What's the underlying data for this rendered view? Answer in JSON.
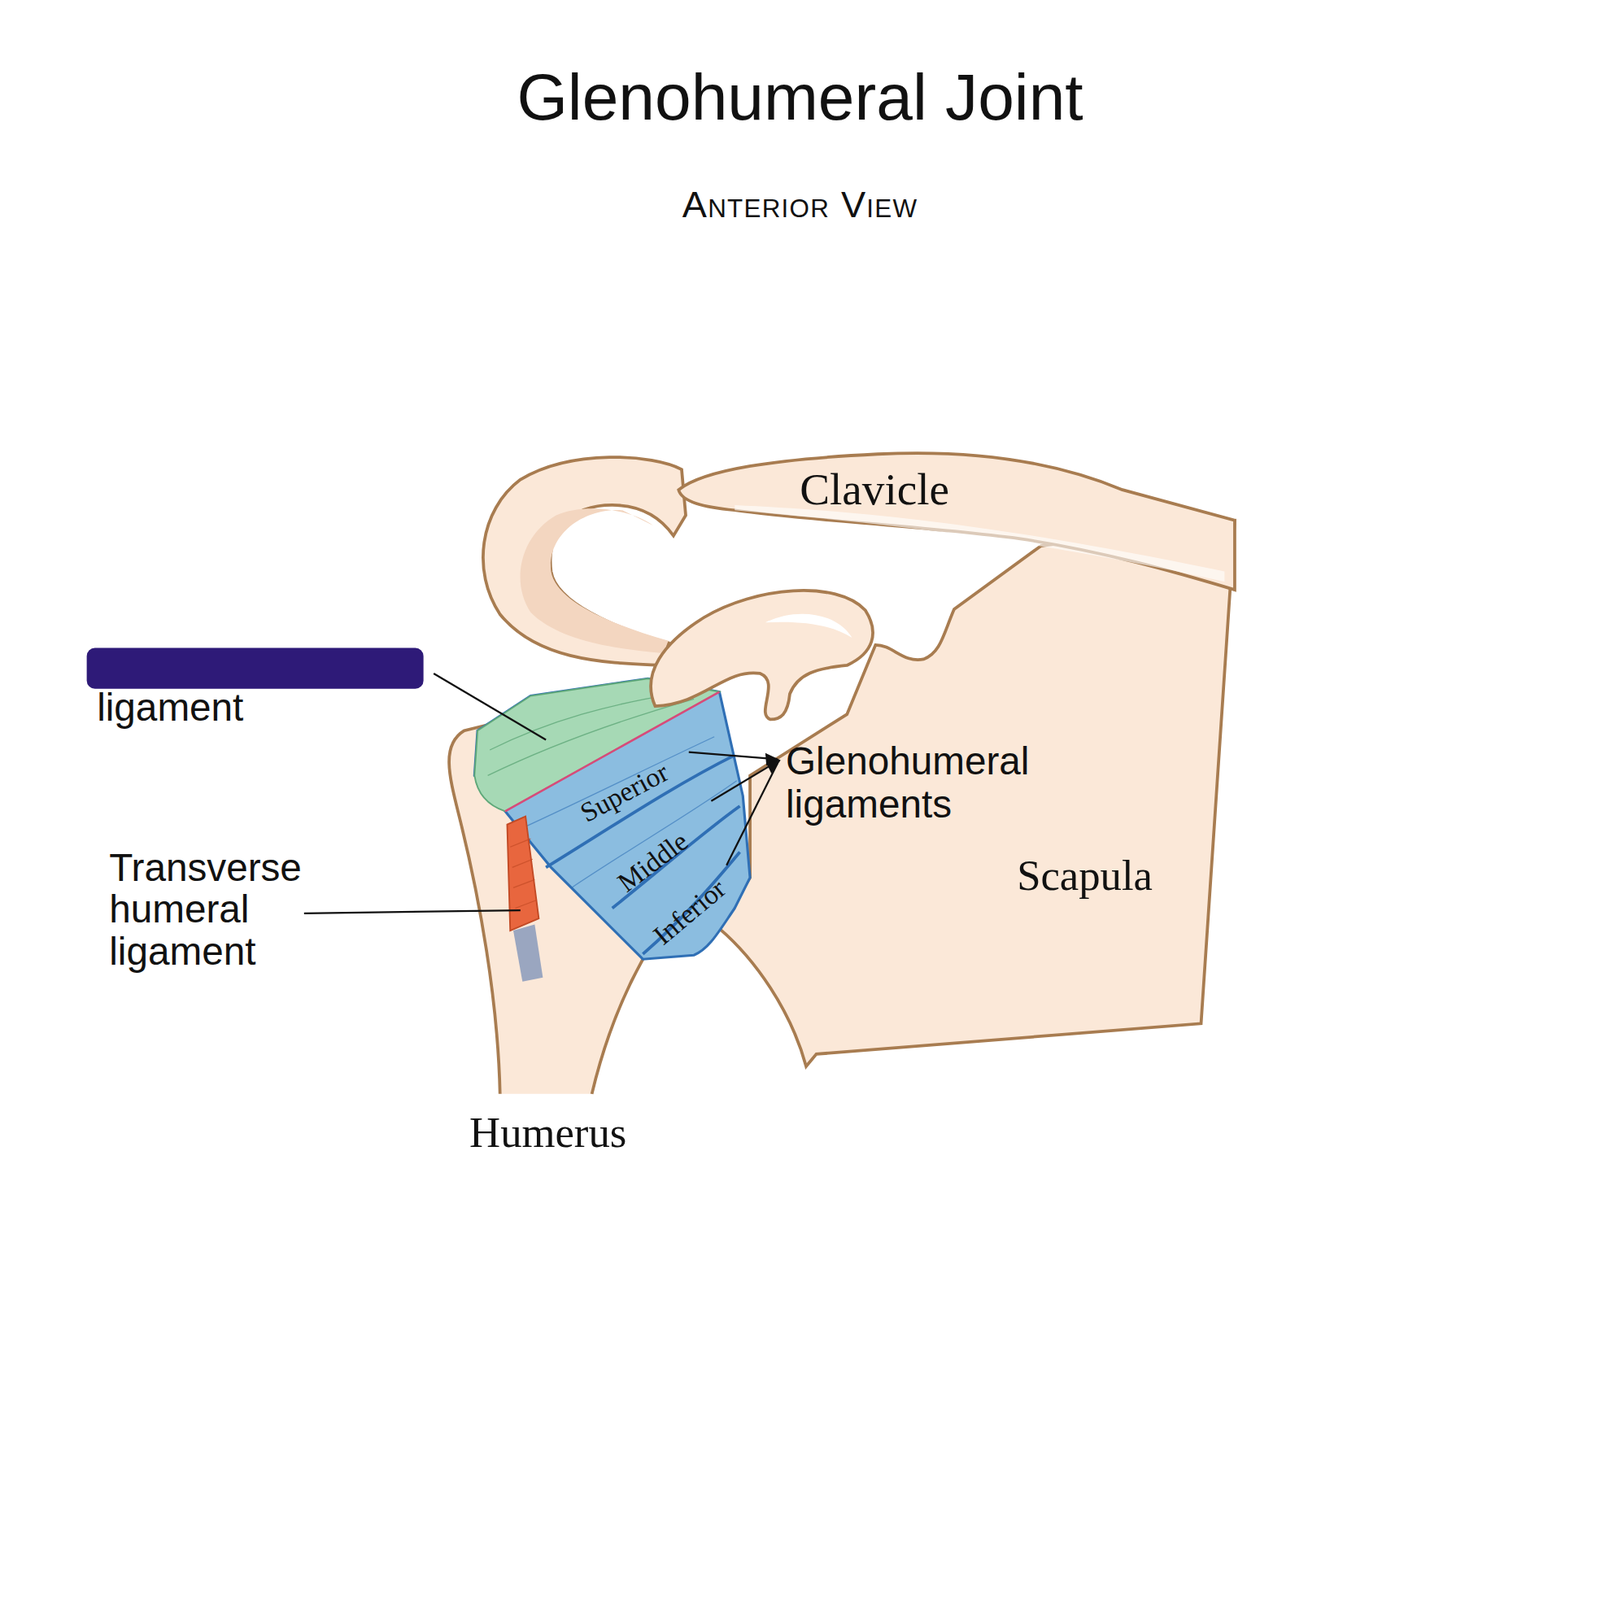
{
  "diagram": {
    "title": "Glenohumeral Joint",
    "labels": [
      "Anterior View",
      "ligament",
      "Transverse humeral ligament",
      "Glenohumeral ligaments",
      "Superior",
      "Middle",
      "Inferior",
      "Clavicle",
      "Scapula",
      "Humerus"
    ]
  }
}
